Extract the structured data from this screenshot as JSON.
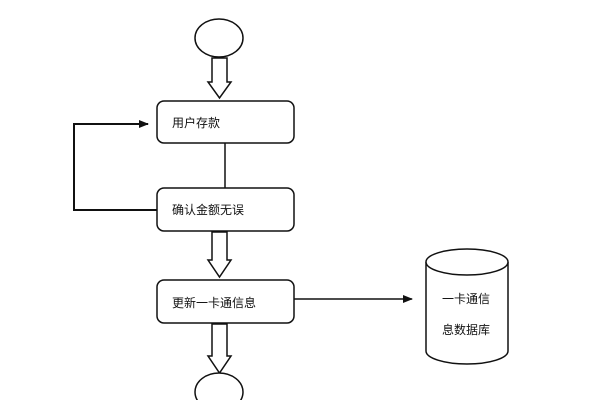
{
  "flowchart": {
    "steps": [
      {
        "label": "用户存款"
      },
      {
        "label": "确认金额无误"
      },
      {
        "label": "更新一卡通信息"
      }
    ],
    "database": {
      "line1": "一卡通信",
      "line2": "息数据库"
    }
  },
  "colors": {
    "stroke": "#111111",
    "background": "#ffffff"
  }
}
